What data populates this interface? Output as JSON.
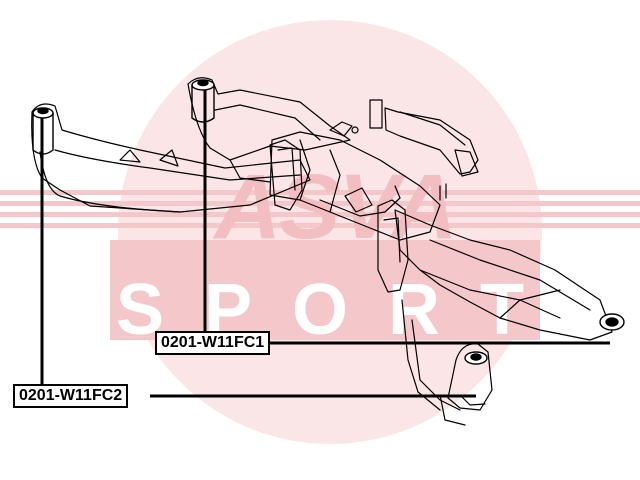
{
  "watermark": {
    "brand_lines": [
      "ASVA",
      "SPORT"
    ],
    "color": "#f4c9cc"
  },
  "callouts": [
    {
      "id": "fc1",
      "part_number": "0201-W11FC1"
    },
    {
      "id": "fc2",
      "part_number": "0201-W11FC2"
    }
  ],
  "colors": {
    "line": "#000000",
    "background": "#ffffff"
  }
}
